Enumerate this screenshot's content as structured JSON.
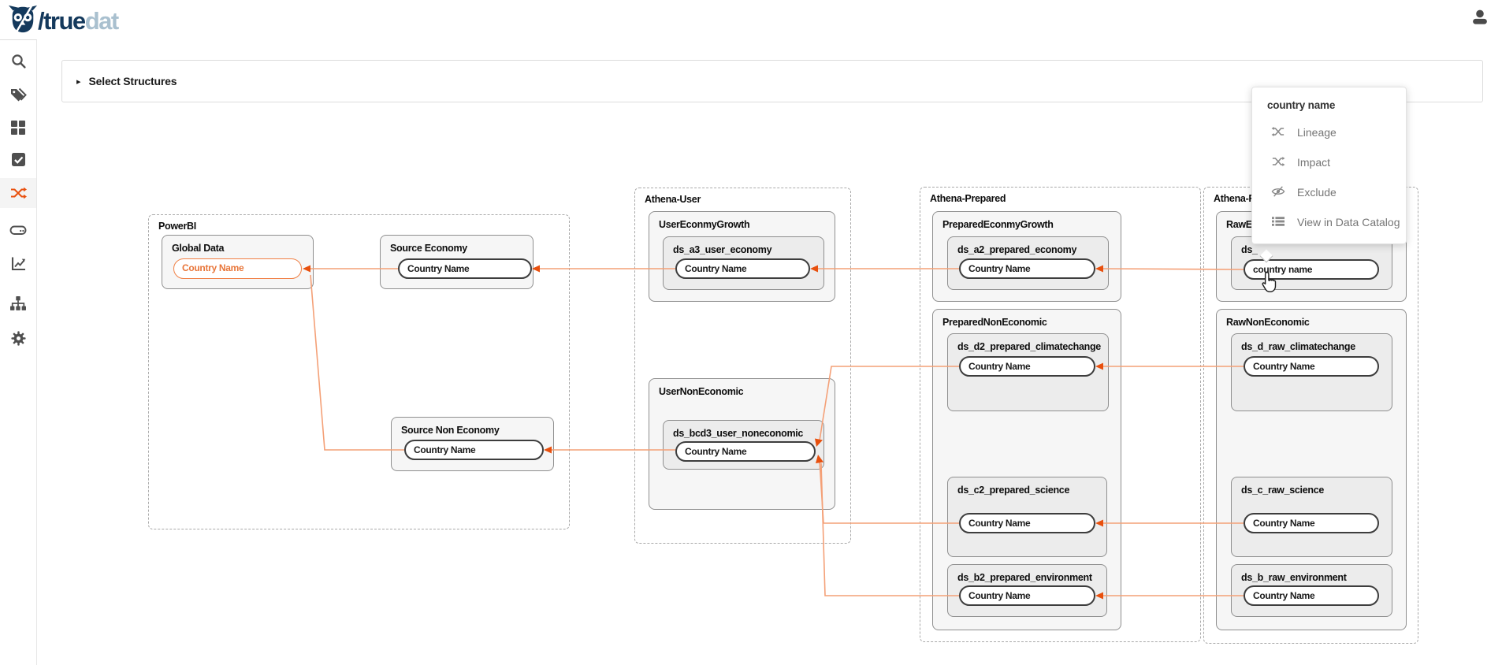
{
  "header": {
    "logo_mark": "owl-icon",
    "brand_primary": "/true",
    "brand_secondary": "dat"
  },
  "sidebar": {
    "items": [
      {
        "icon": "search-icon",
        "active": false
      },
      {
        "icon": "tags-icon",
        "active": false
      },
      {
        "icon": "grid-icon",
        "active": false
      },
      {
        "icon": "rules-check-icon",
        "active": false
      },
      {
        "icon": "lineage-shuffle-icon",
        "active": true
      },
      {
        "icon": "structures-drive-icon",
        "active": false
      },
      {
        "icon": "chart-icon",
        "active": false
      },
      {
        "icon": "taxonomy-sitemap-icon",
        "active": false
      },
      {
        "icon": "settings-gear-icon",
        "active": false
      }
    ]
  },
  "toolbar": {
    "select_structures_label": "Select Structures",
    "caret": "▸"
  },
  "context_menu": {
    "title": "country name",
    "items": [
      {
        "icon": "lineage-arrows-icon",
        "label": "Lineage"
      },
      {
        "icon": "impact-arrows-icon",
        "label": "Impact"
      },
      {
        "icon": "exclude-eye-off-icon",
        "label": "Exclude"
      },
      {
        "icon": "data-catalog-list-icon",
        "label": "View in Data Catalog"
      }
    ]
  },
  "diagram": {
    "groups": [
      {
        "label": "PowerBI"
      },
      {
        "label": "Athena-User"
      },
      {
        "label": "Athena-Prepared"
      },
      {
        "label": "Athena-Ra"
      }
    ],
    "containers": [
      {
        "label": "Global Data",
        "field": "Country Name",
        "highlighted": true
      },
      {
        "label": "Source Economy",
        "field": "Country Name"
      },
      {
        "label": "Source Non Economy",
        "field": "Country Name"
      },
      {
        "label": "UserEconmyGrowth"
      },
      {
        "label": "UserNonEconomic"
      },
      {
        "label": "PreparedEconmyGrowth"
      },
      {
        "label": "PreparedNonEconomic"
      },
      {
        "label": "RawEc"
      },
      {
        "label": "RawNonEconomic"
      }
    ],
    "tables": [
      {
        "label": "ds_a3_user_economy",
        "field": "Country Name"
      },
      {
        "label": "ds_bcd3_user_noneconomic",
        "field": "Country Name"
      },
      {
        "label": "ds_a2_prepared_economy",
        "field": "Country Name"
      },
      {
        "label": "ds_d2_prepared_climatechange",
        "field": "Country Name"
      },
      {
        "label": "ds_c2_prepared_science",
        "field": "Country Name"
      },
      {
        "label": "ds_b2_prepared_environment",
        "field": "Country Name"
      },
      {
        "label": "ds_",
        "field": "country name",
        "hovered": true
      },
      {
        "label": "ds_d_raw_climatechange",
        "field": "Country Name"
      },
      {
        "label": "ds_c_raw_science",
        "field": "Country Name"
      },
      {
        "label": "ds_b_raw_environment",
        "field": "Country Name"
      }
    ]
  },
  "colors": {
    "logo_navy": "#14395c",
    "logo_light": "#a9c0cf",
    "accent_orange": "#e8500e",
    "edge_salmon": "#f4a077",
    "highlight_border": "#f08045",
    "highlight_text": "#e8763a"
  }
}
